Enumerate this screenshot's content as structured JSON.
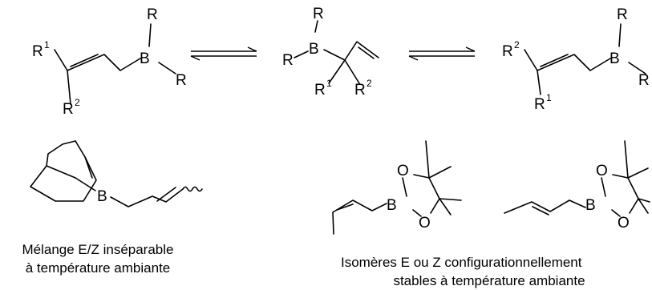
{
  "scheme": {
    "atoms": {
      "R": "R",
      "B": "B",
      "O": "O",
      "one": "1",
      "two": "2"
    },
    "captions": {
      "left_line1": "Mélange E/Z inséparable",
      "left_line2": "à température ambiante",
      "right_line1": "Isomères E ou Z configurationnellement",
      "right_line2": "stables à température ambiante"
    }
  }
}
